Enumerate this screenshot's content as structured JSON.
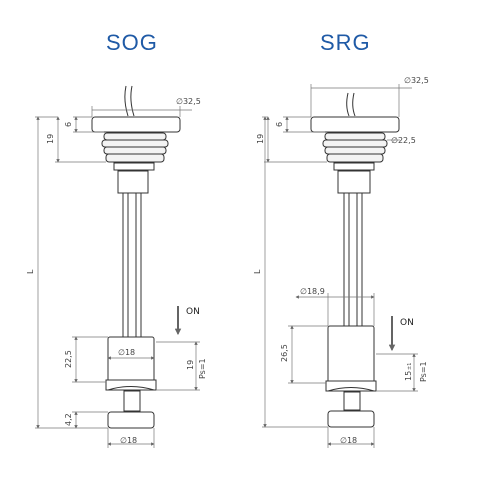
{
  "sog": {
    "title": "SOG",
    "dims": {
      "head_diameter": "∅32,5",
      "head_height": "6",
      "top_section": "19",
      "length": "L",
      "float_diameter": "∅18",
      "float_height": "22,5",
      "switch_point": "19",
      "ps": "Ps=1",
      "stop_height": "4,2",
      "stop_diameter": "∅18",
      "on_label": "ON"
    }
  },
  "srg": {
    "title": "SRG",
    "dims": {
      "head_diameter": "∅32,5",
      "thread_diameter": "∅22,5",
      "head_height": "6",
      "top_section": "19",
      "length": "L",
      "float_diameter": "∅18,9",
      "float_height": "26,5",
      "switch_point": "15",
      "switch_tolerance": "±1",
      "ps": "Ps=1",
      "stop_diameter": "∅18",
      "on_label": "ON"
    }
  },
  "colors": {
    "title": "#1f5aa6",
    "line": "#333333",
    "dim_line": "#777777",
    "fill": "#ffffff",
    "thread_fill": "#f3f3f3"
  }
}
